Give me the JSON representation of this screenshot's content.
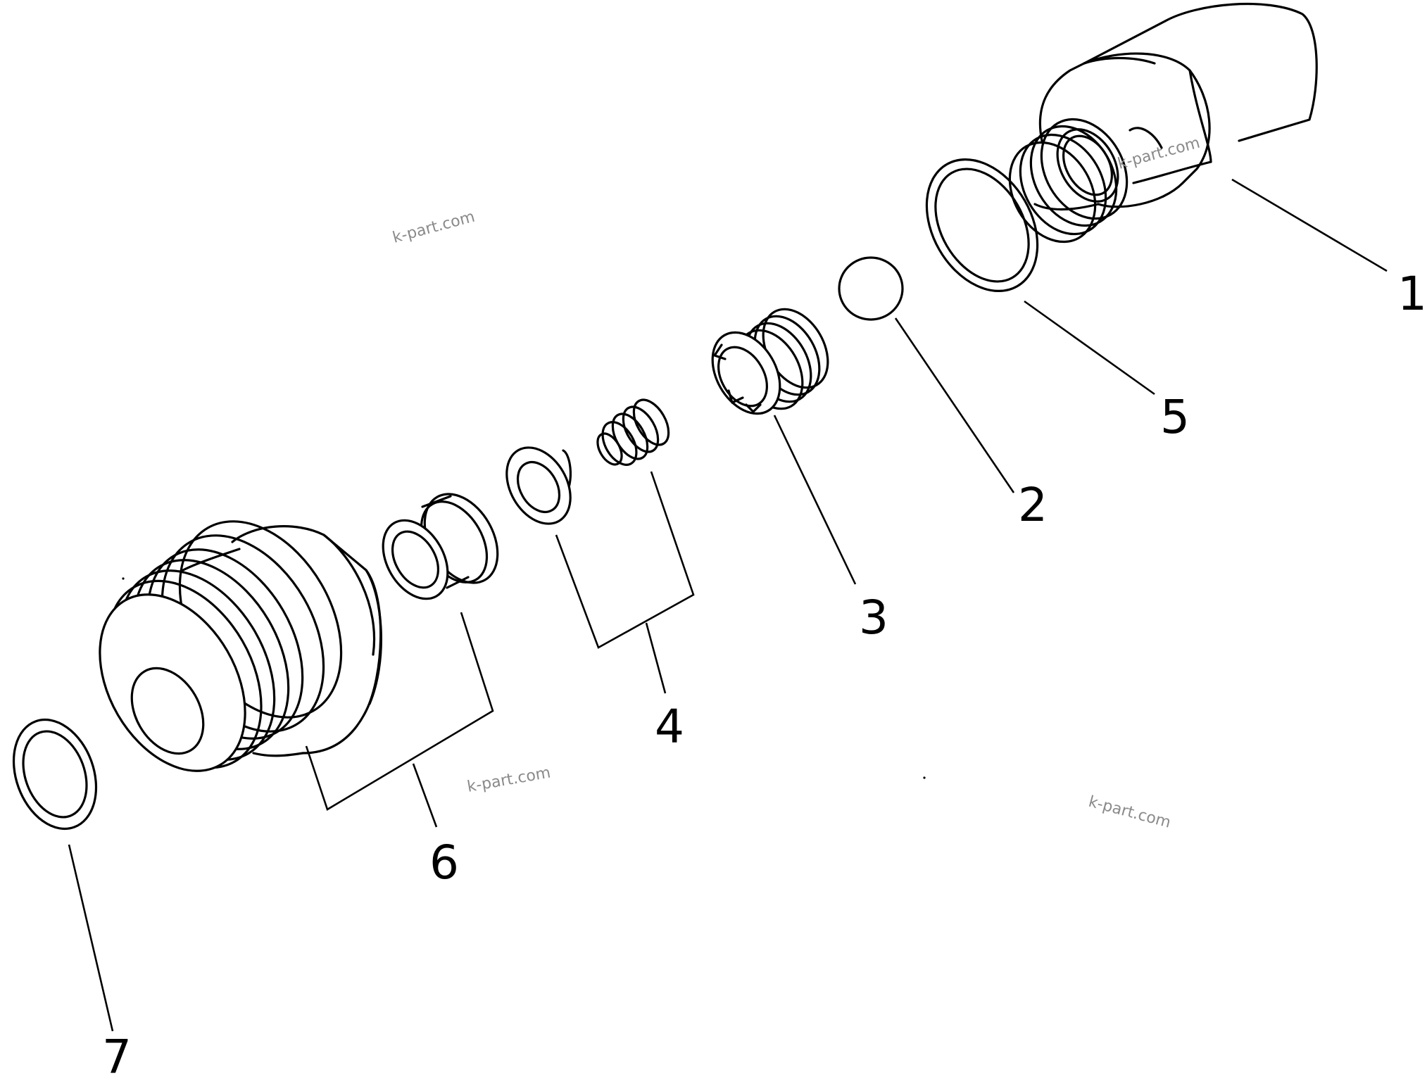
{
  "diagram": {
    "callouts": [
      "1",
      "2",
      "3",
      "4",
      "5",
      "6",
      "7"
    ],
    "watermarks": [
      "k-part.com",
      "k-part.com",
      "k-part.com",
      "k-part.com"
    ],
    "colors": {
      "line": "#000000",
      "background": "#ffffff",
      "watermark": "#8a8a8a"
    }
  }
}
